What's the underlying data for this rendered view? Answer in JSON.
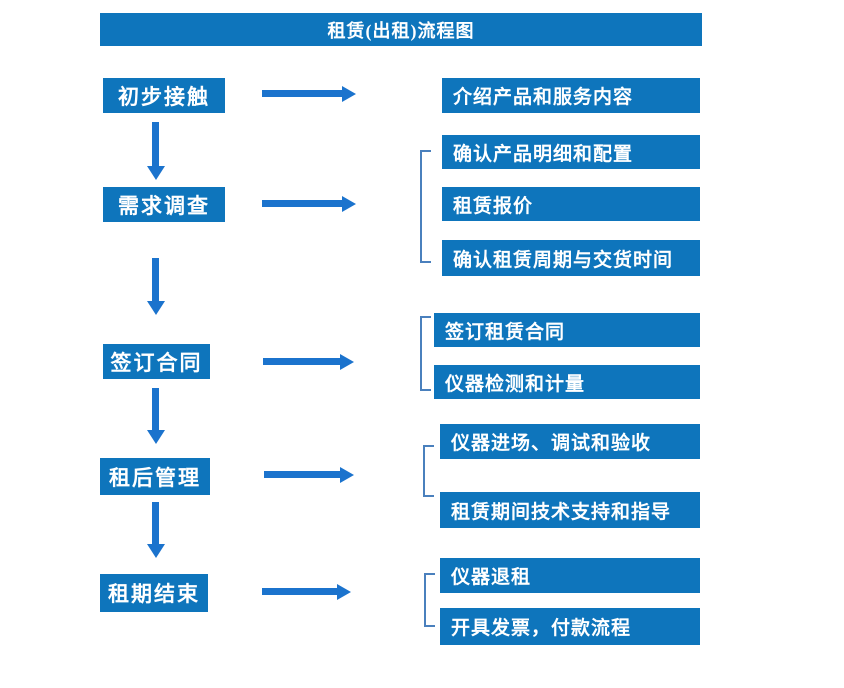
{
  "title": "租赁(出租)流程图",
  "colors": {
    "box_blue": "#0e75bc",
    "arrow_blue": "#1b73cd",
    "bracket_blue": "#4a80bd",
    "text_white": "#ffffff"
  },
  "stages": [
    {
      "label": "初步接触",
      "outputs": [
        "介绍产品和服务内容"
      ]
    },
    {
      "label": "需求调查",
      "outputs": [
        "确认产品明细和配置",
        "租赁报价",
        "确认租赁周期与交货时间"
      ]
    },
    {
      "label": "签订合同",
      "outputs": [
        "签订租赁合同",
        "仪器检测和计量"
      ]
    },
    {
      "label": "租后管理",
      "outputs": [
        "仪器进场、调试和验收",
        "租赁期间技术支持和指导"
      ]
    },
    {
      "label": "租期结束",
      "outputs": [
        "仪器退租",
        "开具发票，付款流程"
      ]
    }
  ]
}
